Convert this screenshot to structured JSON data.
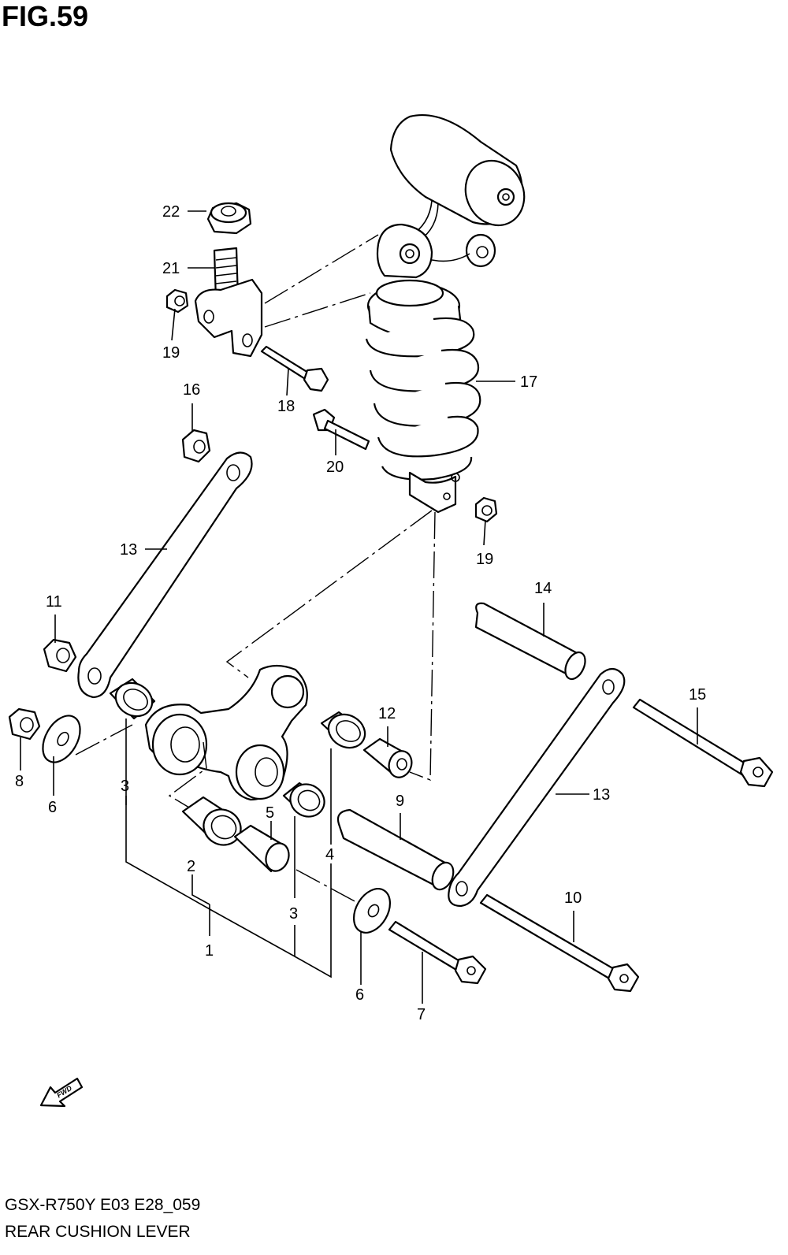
{
  "header": {
    "title": "FIG.59"
  },
  "footer": {
    "model_code": "GSX-R750Y E03 E28_059",
    "caption": "REAR CUSHION LEVER"
  },
  "fwd_arrow": {
    "label": "FWD",
    "icon": "fwd-arrow-icon"
  },
  "callouts": {
    "c1": "1",
    "c2": "2",
    "c3a": "3",
    "c3b": "3",
    "c4": "4",
    "c5": "5",
    "c6a": "6",
    "c6b": "6",
    "c7": "7",
    "c8": "8",
    "c9": "9",
    "c10": "10",
    "c11": "11",
    "c12": "12",
    "c13a": "13",
    "c13b": "13",
    "c14": "14",
    "c15": "15",
    "c16": "16",
    "c17": "17",
    "c18": "18",
    "c19a": "19",
    "c19b": "19",
    "c20": "20",
    "c21": "21",
    "c22": "22"
  }
}
